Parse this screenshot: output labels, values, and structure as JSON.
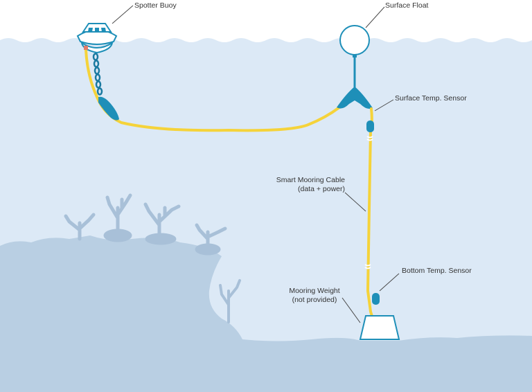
{
  "labels": {
    "spotter_buoy": "Spotter Buoy",
    "surface_float": "Surface Float",
    "surface_temp_sensor": "Surface Temp. Sensor",
    "smart_mooring_cable_line1": "Smart Mooring Cable",
    "smart_mooring_cable_line2": "(data + power)",
    "bottom_temp_sensor": "Bottom Temp. Sensor",
    "mooring_weight_line1": "Mooring Weight",
    "mooring_weight_line2": "(not provided)"
  },
  "colors": {
    "water": "#dce9f6",
    "seabed": "#b9cfe3",
    "reef": "#a8c0d8",
    "cable": "#f5d33a",
    "cable_edge": "#e0b81c",
    "hardware": "#1e8fb8",
    "chain": "#1b7aa1",
    "line": "#4a4a4a",
    "float": "#ffffff"
  }
}
